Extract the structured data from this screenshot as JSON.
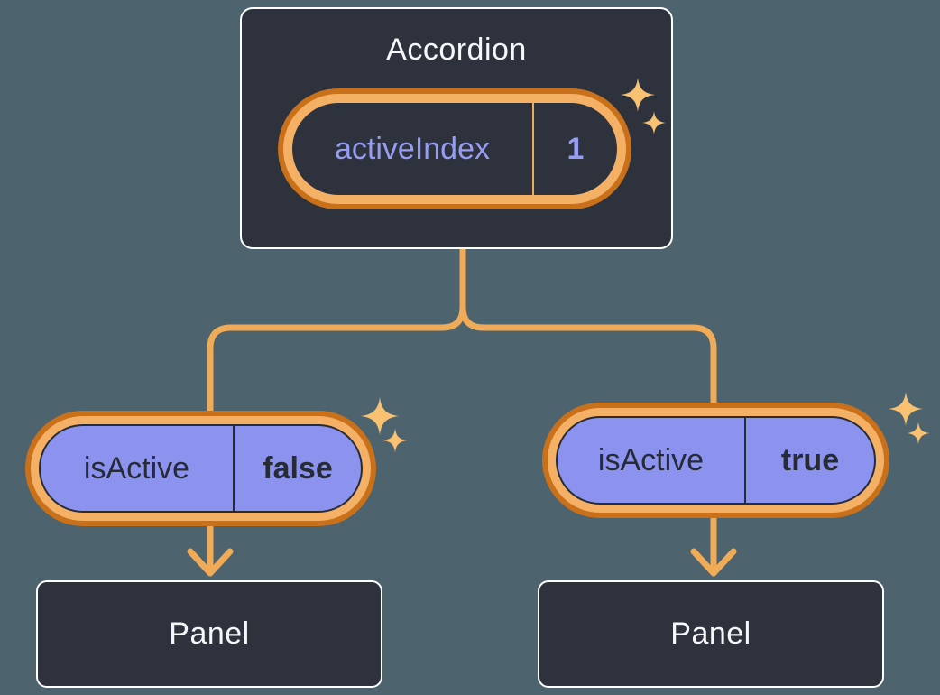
{
  "colors": {
    "background": "#4d636d",
    "node_fill": "#2d323d",
    "node_border": "#ffffff",
    "connector_orange": "#f0ab58",
    "ring_orange_dark": "#c9701b",
    "ring_orange_light": "#f4b065",
    "sparkle_orange": "#f9c172",
    "pill_purple": "#8b93ee",
    "purple_text": "#969df3",
    "dark_text": "#262b35",
    "light_text": "#f6f7f9"
  },
  "diagram": {
    "root": {
      "title": "Accordion",
      "state": {
        "label": "activeIndex",
        "value": "1"
      }
    },
    "children": [
      {
        "state": {
          "label": "isActive",
          "value": "false"
        },
        "panel": {
          "title": "Panel"
        }
      },
      {
        "state": {
          "label": "isActive",
          "value": "true"
        },
        "panel": {
          "title": "Panel"
        }
      }
    ]
  }
}
